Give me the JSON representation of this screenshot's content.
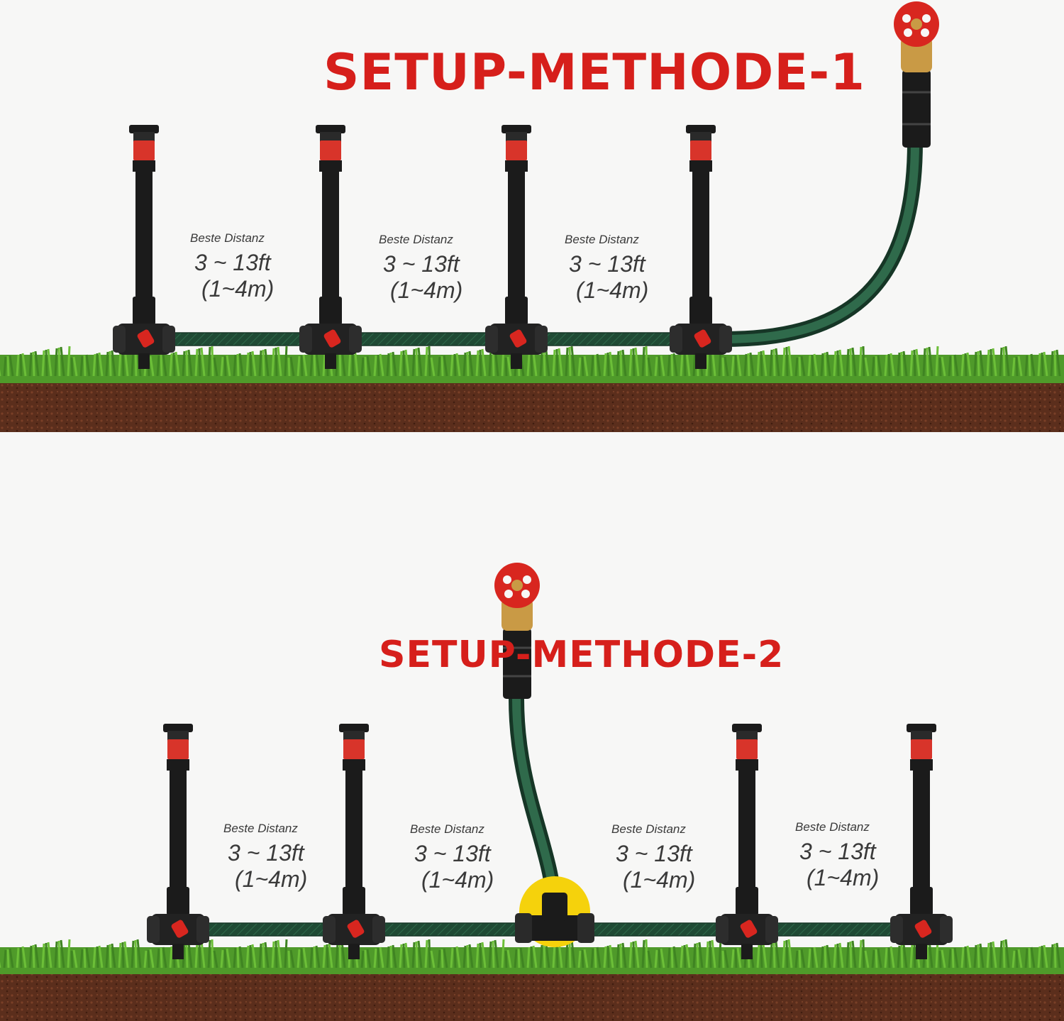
{
  "colors": {
    "title": "#d61f1b",
    "hose": "#1f4a34",
    "sprinkler_body": "#1b1b1b",
    "sprinkler_band": "#d8342a",
    "valve_wheel": "#d8261f",
    "valve_brass": "#c99a45",
    "grass": "#4f9a2a",
    "soil": "#5b2e1c",
    "tee_highlight": "#f5d20c",
    "background": "#f7f7f6"
  },
  "icons": [
    "faucet-valve-icon",
    "pop-up-sprinkler-icon",
    "tee-connector-icon",
    "garden-hose-icon"
  ],
  "method1": {
    "title": "SETUP-METHODE-1",
    "sprinkler_count": 4,
    "distances": [
      {
        "caption": "Beste Distanz",
        "feet": "3 ~ 13ft",
        "meters": "(1~4m)"
      },
      {
        "caption": "Beste Distanz",
        "feet": "3 ~ 13ft",
        "meters": "(1~4m)"
      },
      {
        "caption": "Beste Distanz",
        "feet": "3 ~ 13ft",
        "meters": "(1~4m)"
      }
    ]
  },
  "method2": {
    "title": "SETUP-METHODE-2",
    "sprinkler_count": 4,
    "distances": [
      {
        "caption": "Beste Distanz",
        "feet": "3 ~ 13ft",
        "meters": "(1~4m)"
      },
      {
        "caption": "Beste Distanz",
        "feet": "3 ~ 13ft",
        "meters": "(1~4m)"
      },
      {
        "caption": "Beste Distanz",
        "feet": "3 ~ 13ft",
        "meters": "(1~4m)"
      },
      {
        "caption": "Beste Distanz",
        "feet": "3 ~ 13ft",
        "meters": "(1~4m)"
      }
    ]
  }
}
